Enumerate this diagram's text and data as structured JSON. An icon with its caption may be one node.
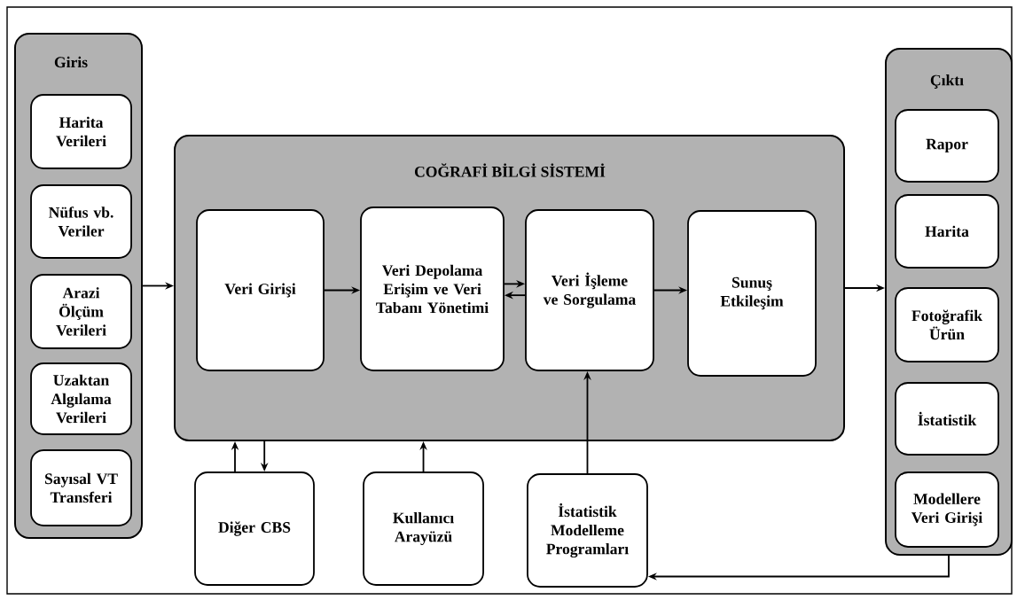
{
  "diagram": {
    "nodes": [
      {
        "text": [
          "Giris"
        ]
      },
      {
        "text": [
          "Harita Verileri"
        ],
        "in": 0
      },
      {
        "text": [
          "Nüfus vb. Veriler"
        ],
        "in": 0
      },
      {
        "text": [
          "Arazi Ölçüm Verileri"
        ],
        "in": 0
      },
      {
        "text": [
          "Uzaktan Algılama Verileri"
        ],
        "in": 0
      },
      {
        "text": [
          "Sayısal VT Transferi"
        ],
        "in": 0
      },
      {
        "text": [
          "COĞRAFİ BİLGİ SİSTEMİ"
        ]
      },
      {
        "text": [
          "Veri Girişi"
        ],
        "in": 6
      },
      {
        "text": [
          "Veri Depolama Erişim ve Veri Tabanı Yönetimi"
        ],
        "in": 6
      },
      {
        "text": [
          "Veri İşleme ve Sorgulama"
        ],
        "in": 6
      },
      {
        "text": [
          "Sunuş Etkileşim"
        ],
        "in": 6
      },
      {
        "text": [
          "Çıktı"
        ]
      },
      {
        "text": [
          "Rapor"
        ],
        "in": 11
      },
      {
        "text": [
          "Harita"
        ],
        "in": 11
      },
      {
        "text": [
          "Fotoğrafik Ürün"
        ],
        "in": 11
      },
      {
        "text": [
          "İstatistik"
        ],
        "in": 11
      },
      {
        "text": [
          "Modellere Veri Girişi"
        ],
        "in": 11
      },
      {
        "text": [
          "Diğer CBS"
        ]
      },
      {
        "text": [
          "Kullanıcı Arayüzü"
        ]
      },
      {
        "text": [
          "İstatistik Modelleme Programları"
        ]
      }
    ],
    "edges": [
      {
        "from": 0,
        "to": 6,
        "arrow": "to"
      },
      {
        "from": 7,
        "to": 8,
        "arrow": "to"
      },
      {
        "from": 8,
        "to": 9,
        "arrow": "to"
      },
      {
        "from": 9,
        "to": 8,
        "arrow": "to"
      },
      {
        "from": 9,
        "to": 10,
        "arrow": "to"
      },
      {
        "from": 6,
        "to": 11,
        "arrow": "to"
      },
      {
        "from": 17,
        "to": 6,
        "arrow": "to"
      },
      {
        "from": 6,
        "to": 17,
        "arrow": "to"
      },
      {
        "from": 18,
        "to": 6,
        "arrow": "to"
      },
      {
        "from": 19,
        "to": 9,
        "arrow": "to"
      },
      {
        "from": 11,
        "to": 19,
        "arrow": "to"
      }
    ]
  }
}
